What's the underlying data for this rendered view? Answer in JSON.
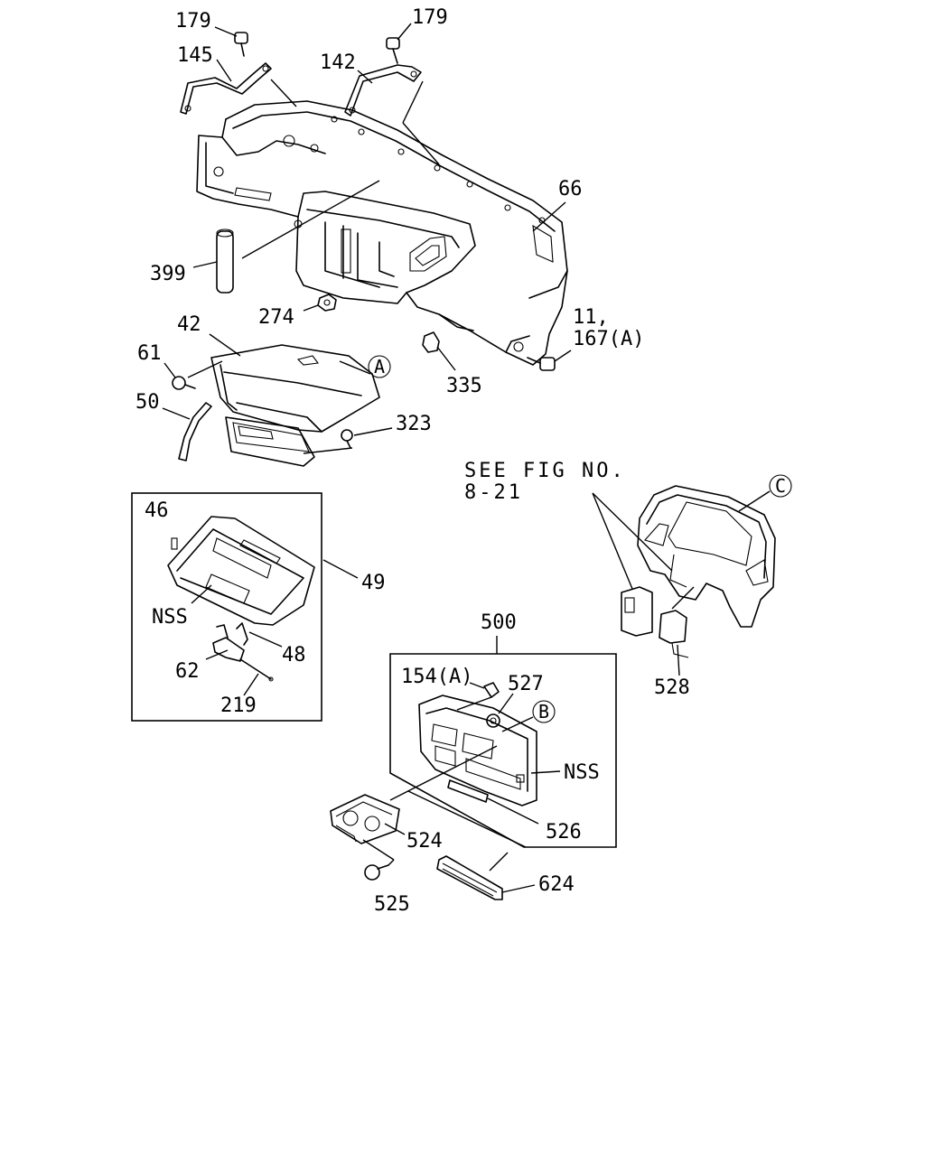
{
  "callouts": {
    "c179a": "179",
    "c179b": "179",
    "c145": "145",
    "c142": "142",
    "c66": "66",
    "c399": "399",
    "c274": "274",
    "c42": "42",
    "c61": "61",
    "c50": "50",
    "c323": "323",
    "c335": "335",
    "c11": "11,",
    "c167": "167(A)",
    "c46": "46",
    "c49": "49",
    "cNSS1": "NSS",
    "c48": "48",
    "c62": "62",
    "c219": "219",
    "c500": "500",
    "c154": "154(A)",
    "c527": "527",
    "cNSS2": "NSS",
    "c524": "524",
    "c526": "526",
    "c525": "525",
    "c624": "624",
    "c528": "528"
  },
  "see_fig": {
    "line1": "SEE FIG NO.",
    "line2": "8-21"
  },
  "ref_markers": {
    "A": "A",
    "B": "B",
    "C": "C"
  }
}
